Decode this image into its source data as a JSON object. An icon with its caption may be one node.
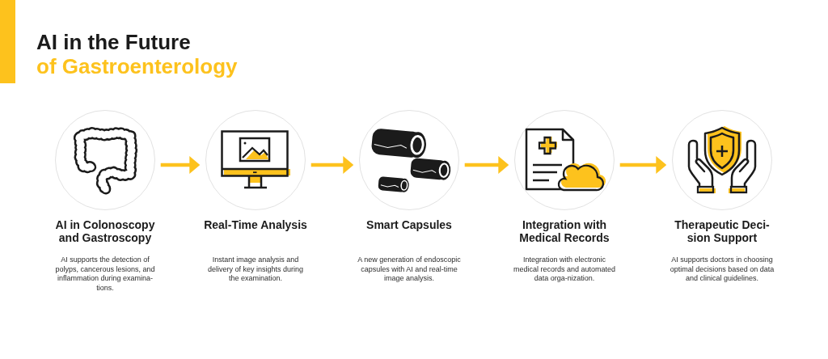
{
  "diagram": {
    "title": "AI in the Future",
    "nodes": [
      {
        "text": [
          "AI in Colonoscopy and Gastroscopy",
          "AI supports the detection of polyps, cancerous lesions, and inflammation during examina-tions."
        ]
      },
      {
        "text": [
          "Real-Time Analysis",
          "Instant image analysis and delivery of key insights during the examination."
        ]
      },
      {
        "text": [
          "Smart Capsules",
          "A new generation of endoscopic capsules with AI and real-time image analysis."
        ]
      },
      {
        "text": [
          "Integration with Medical Records",
          "Integration with electronic medical records and automated data orga-nization."
        ]
      },
      {
        "text": [
          "Therapeutic Deci-sion Support",
          "AI supports doctors in choosing optimal decisions based on data and clinical guidelines."
        ]
      }
    ],
    "edges": [
      {
        "from": 0,
        "to": 1,
        "arrow": "to"
      },
      {
        "from": 1,
        "to": 2,
        "arrow": "to"
      },
      {
        "from": 2,
        "to": 3,
        "arrow": "to"
      },
      {
        "from": 3,
        "to": 4,
        "arrow": "to"
      }
    ],
    "labels": [
      "of Gastroenterology"
    ]
  }
}
